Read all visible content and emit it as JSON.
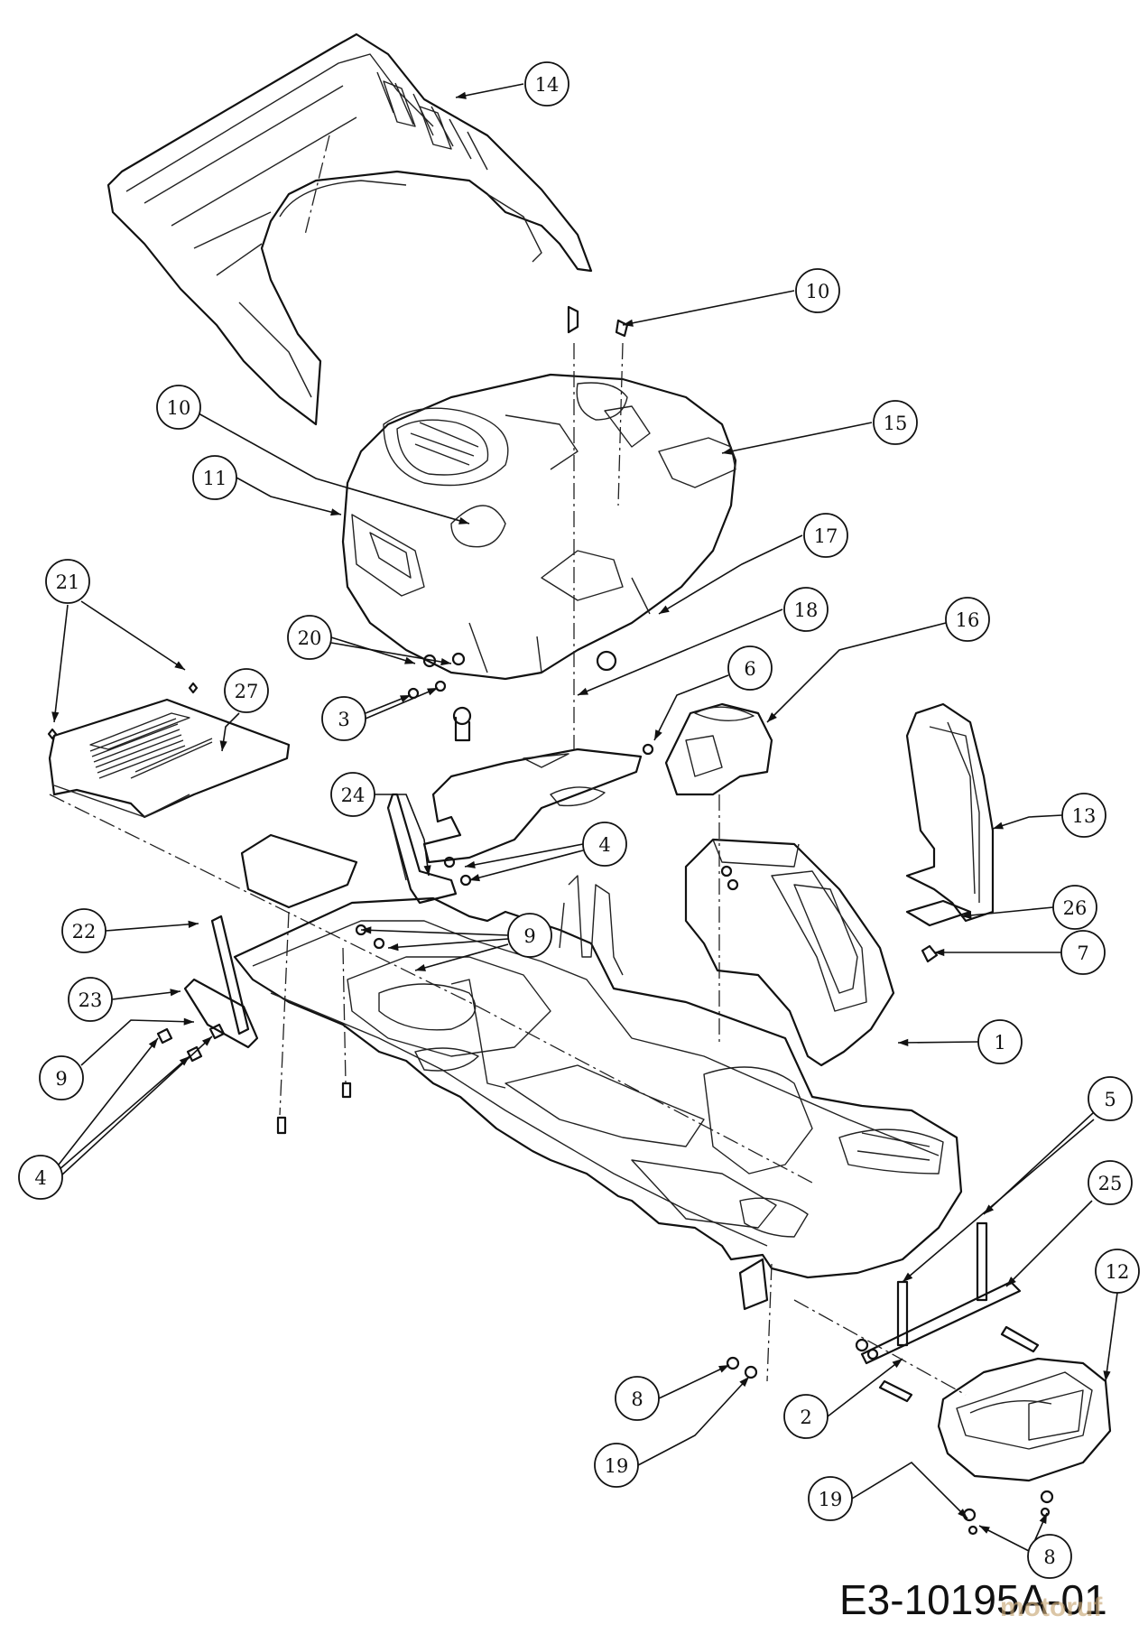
{
  "diagram": {
    "drawing_code": "E3-10195A-01",
    "watermark": "motoruf",
    "callouts": [
      {
        "id": "c14a",
        "label": "14"
      },
      {
        "id": "c10a",
        "label": "10"
      },
      {
        "id": "c10b",
        "label": "10"
      },
      {
        "id": "c15",
        "label": "15"
      },
      {
        "id": "c11",
        "label": "11"
      },
      {
        "id": "c17",
        "label": "17"
      },
      {
        "id": "c21",
        "label": "21"
      },
      {
        "id": "c18",
        "label": "18"
      },
      {
        "id": "c16",
        "label": "16"
      },
      {
        "id": "c20",
        "label": "20"
      },
      {
        "id": "c27",
        "label": "27"
      },
      {
        "id": "c6",
        "label": "6"
      },
      {
        "id": "c3",
        "label": "3"
      },
      {
        "id": "c24",
        "label": "24"
      },
      {
        "id": "c4a",
        "label": "4"
      },
      {
        "id": "c13",
        "label": "13"
      },
      {
        "id": "c26",
        "label": "26"
      },
      {
        "id": "c22",
        "label": "22"
      },
      {
        "id": "c9a",
        "label": "9"
      },
      {
        "id": "c7",
        "label": "7"
      },
      {
        "id": "c23",
        "label": "23"
      },
      {
        "id": "c1",
        "label": "1"
      },
      {
        "id": "c9b",
        "label": "9"
      },
      {
        "id": "c5",
        "label": "5"
      },
      {
        "id": "c4b",
        "label": "4"
      },
      {
        "id": "c25",
        "label": "25"
      },
      {
        "id": "c12",
        "label": "12"
      },
      {
        "id": "c8a",
        "label": "8"
      },
      {
        "id": "c2",
        "label": "2"
      },
      {
        "id": "c19a",
        "label": "19"
      },
      {
        "id": "c19b",
        "label": "19"
      },
      {
        "id": "c8b",
        "label": "8"
      }
    ]
  }
}
